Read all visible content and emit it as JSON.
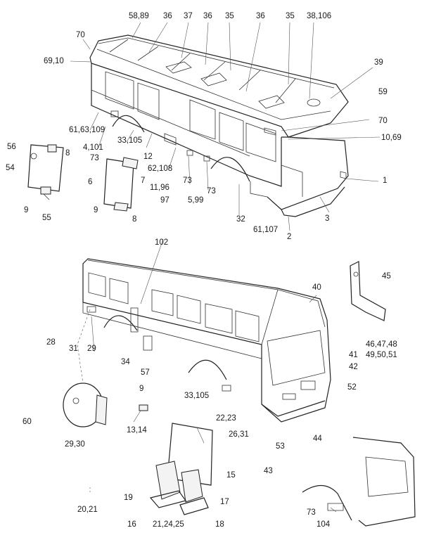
{
  "callouts": {
    "c_58_89": "58,89",
    "c_36_a": "36",
    "c_37": "37",
    "c_36_b": "36",
    "c_35_a": "35",
    "c_36_c": "36",
    "c_35_b": "35",
    "c_38_106": "38,106",
    "c_70_a": "70",
    "c_69_10_a": "69,10",
    "c_39": "39",
    "c_59": "59",
    "c_70_b": "70",
    "c_10_69_b": "10,69",
    "c_61_63_109": "61,63,109",
    "c_4_101": "4,101",
    "c_33_105_a": "33,105",
    "c_73_a": "73",
    "c_12": "12",
    "c_62_108": "62,108",
    "c_11_96": "11,96",
    "c_97": "97",
    "c_73_b": "73",
    "c_5_99": "5,99",
    "c_73_c": "73",
    "c_32": "32",
    "c_61_107": "61,107",
    "c_2": "2",
    "c_3": "3",
    "c_1": "1",
    "c_56": "56",
    "c_54": "54",
    "c_8_a": "8",
    "c_6": "6",
    "c_7": "7",
    "c_9_a": "9",
    "c_55": "55",
    "c_9_b": "9",
    "c_8_b": "8",
    "c_102": "102",
    "c_40": "40",
    "c_45": "45",
    "c_46_47_48": "46,47,48",
    "c_41": "41",
    "c_49_50_51": "49,50,51",
    "c_42": "42",
    "c_28": "28",
    "c_31_a": "31",
    "c_29": "29",
    "c_34": "34",
    "c_57": "57",
    "c_52": "52",
    "c_33_105_b": "33,105",
    "c_22_23": "22,23",
    "c_26_31": "26,31",
    "c_9_c": "9",
    "c_60": "60",
    "c_29_30": "29,30",
    "c_13_14": "13,14",
    "c_53": "53",
    "c_44": "44",
    "c_43": "43",
    "c_15": "15",
    "c_19": "19",
    "c_17": "17",
    "c_20_21": "20,21",
    "c_73_d": "73",
    "c_16": "16",
    "c_21_24_25": "21,24,25",
    "c_18": "18",
    "c_104": "104"
  }
}
